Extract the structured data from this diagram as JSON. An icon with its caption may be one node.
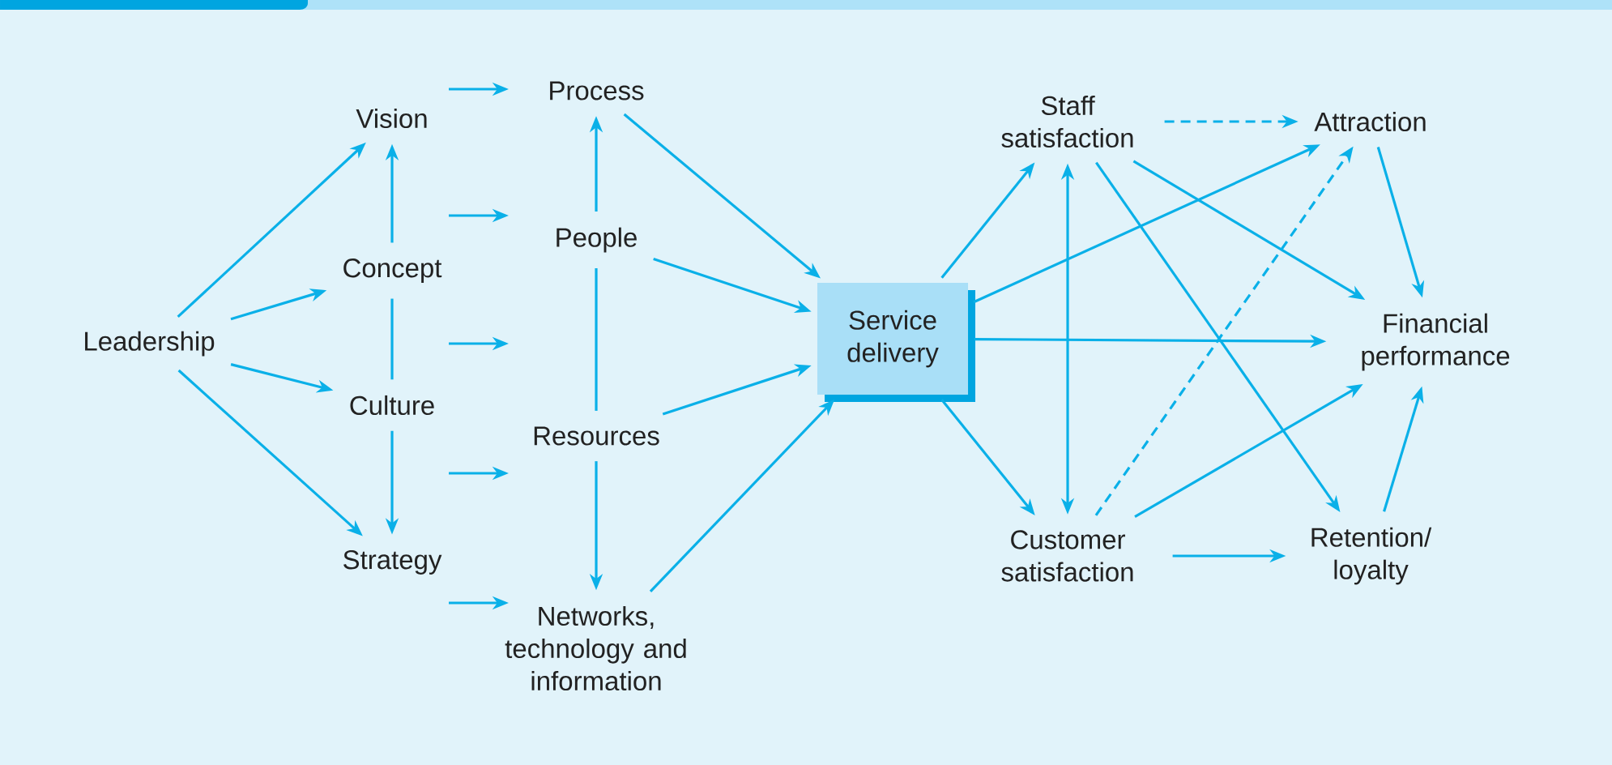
{
  "diagram": {
    "nodes": [
      {
        "text": [
          "Leadership"
        ]
      },
      {
        "text": [
          "Vision"
        ]
      },
      {
        "text": [
          "Concept"
        ]
      },
      {
        "text": [
          "Culture"
        ]
      },
      {
        "text": [
          "Strategy"
        ]
      },
      {
        "text": [
          "Process"
        ]
      },
      {
        "text": [
          "People"
        ]
      },
      {
        "text": [
          "Resources"
        ]
      },
      {
        "text": [
          "Networks, technology and information"
        ]
      },
      {
        "text": [
          "Service delivery"
        ]
      },
      {
        "text": [
          "Staff satisfaction"
        ]
      },
      {
        "text": [
          "Customer satisfaction"
        ]
      },
      {
        "text": [
          "Attraction"
        ]
      },
      {
        "text": [
          "Financial performance"
        ]
      },
      {
        "text": [
          "Retention/ loyalty"
        ]
      }
    ],
    "edges": [
      {
        "from": 0,
        "to": 1,
        "arrow": "to"
      },
      {
        "from": 0,
        "to": 2,
        "arrow": "to"
      },
      {
        "from": 0,
        "to": 3,
        "arrow": "to"
      },
      {
        "from": 0,
        "to": 4,
        "arrow": "to"
      },
      {
        "from": 2,
        "to": 1,
        "arrow": "to"
      },
      {
        "from": 2,
        "to": 3,
        "arrow": "none"
      },
      {
        "from": 3,
        "to": 4,
        "arrow": "to"
      },
      {
        "from": 6,
        "to": 5,
        "arrow": "to"
      },
      {
        "from": 6,
        "to": 7,
        "arrow": "none"
      },
      {
        "from": 7,
        "to": 8,
        "arrow": "to"
      },
      {
        "from": 5,
        "to": 9,
        "arrow": "to"
      },
      {
        "from": 6,
        "to": 9,
        "arrow": "to"
      },
      {
        "from": 7,
        "to": 9,
        "arrow": "to"
      },
      {
        "from": 8,
        "to": 9,
        "arrow": "to"
      },
      {
        "from": 9,
        "to": 10,
        "arrow": "to"
      },
      {
        "from": 9,
        "to": 12,
        "arrow": "to"
      },
      {
        "from": 9,
        "to": 13,
        "arrow": "to"
      },
      {
        "from": 9,
        "to": 11,
        "arrow": "to"
      },
      {
        "from": 10,
        "to": 12,
        "arrow": "to",
        "style": "dashed"
      },
      {
        "from": 10,
        "to": 11,
        "arrow": "both"
      },
      {
        "from": 10,
        "to": 13,
        "arrow": "to"
      },
      {
        "from": 10,
        "to": 14,
        "arrow": "to"
      },
      {
        "from": 11,
        "to": 12,
        "arrow": "to",
        "style": "dashed"
      },
      {
        "from": 11,
        "to": 13,
        "arrow": "to"
      },
      {
        "from": 11,
        "to": 14,
        "arrow": "to"
      },
      {
        "from": 12,
        "to": 13,
        "arrow": "to"
      },
      {
        "from": 14,
        "to": 13,
        "arrow": "to"
      }
    ]
  }
}
